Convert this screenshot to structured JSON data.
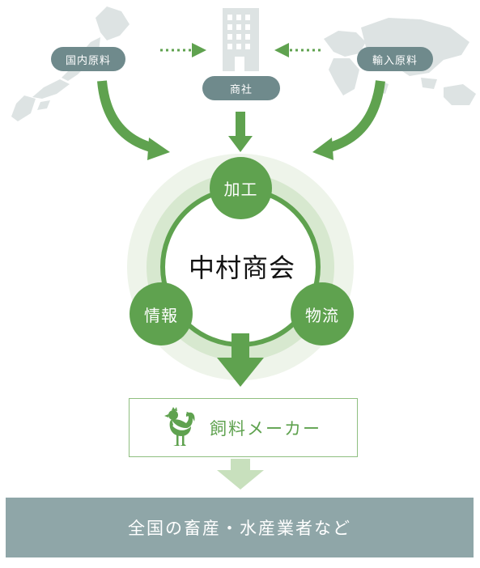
{
  "sources": {
    "domestic": "国内原料",
    "trading": "商社",
    "imported": "輸入原料"
  },
  "center": {
    "title": "中村商会",
    "nodes": {
      "processing": "加工",
      "information": "情報",
      "logistics": "物流"
    }
  },
  "maker": {
    "label": "飼料メーカー",
    "icon": "rooster-icon"
  },
  "destination": {
    "label": "全国の畜産・水産業者など"
  },
  "colors": {
    "green": "#5fa24f",
    "light_green": "#c8e0bd",
    "pill_gray": "#6f8a8c",
    "bar_gray": "#8fa6a8",
    "map_gray": "#dde3e3"
  }
}
